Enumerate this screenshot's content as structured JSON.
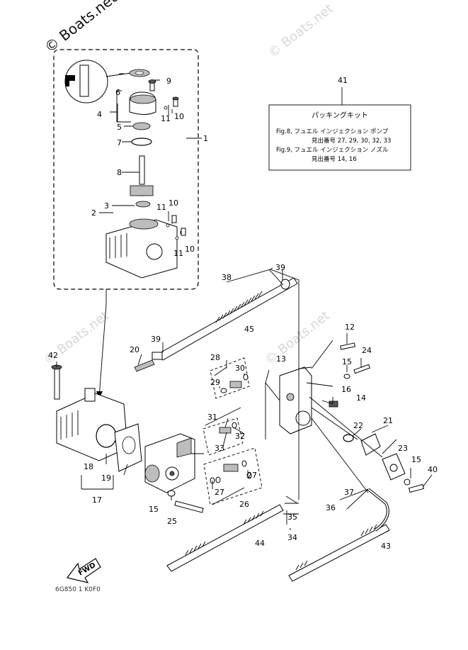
{
  "watermarks": {
    "main": "© Boats.net",
    "faint": "© Boats.net"
  },
  "kit": {
    "number": "41",
    "title": "パッキングキット",
    "lines": [
      "Fig.8, フュエル インジェクション ポンプ",
      "見出番号 27, 29, 30, 32, 33",
      "Fig.9, フュエル インジェクション ノズル",
      "見出番号 14, 16"
    ]
  },
  "callouts": {
    "c1": "1",
    "c2": "2",
    "c3": "3",
    "c4": "4",
    "c5": "5",
    "c6": "6",
    "c7": "7",
    "c8": "8",
    "c9": "9",
    "c10a": "10",
    "c10b": "10",
    "c10c": "10",
    "c11a": "11",
    "c11b": "11",
    "c11c": "11",
    "c12": "12",
    "c13": "13",
    "c14": "14",
    "c15a": "15",
    "c15b": "15",
    "c15c": "15",
    "c16": "16",
    "c17": "17",
    "c18": "18",
    "c19": "19",
    "c20": "20",
    "c21": "21",
    "c22": "22",
    "c23": "23",
    "c24": "24",
    "c25": "25",
    "c26": "26",
    "c27a": "27",
    "c27b": "27",
    "c28": "28",
    "c29": "29",
    "c30": "30",
    "c31": "31",
    "c32": "32",
    "c33": "33",
    "c34": "34",
    "c35": "35",
    "c36": "36",
    "c37": "37",
    "c38": "38",
    "c39a": "39",
    "c39b": "39",
    "c40": "40",
    "c42": "42",
    "c43": "43",
    "c44": "44",
    "c45": "45"
  },
  "fwd_label": "FWD",
  "figure_code": "6G850 1 K0F0"
}
